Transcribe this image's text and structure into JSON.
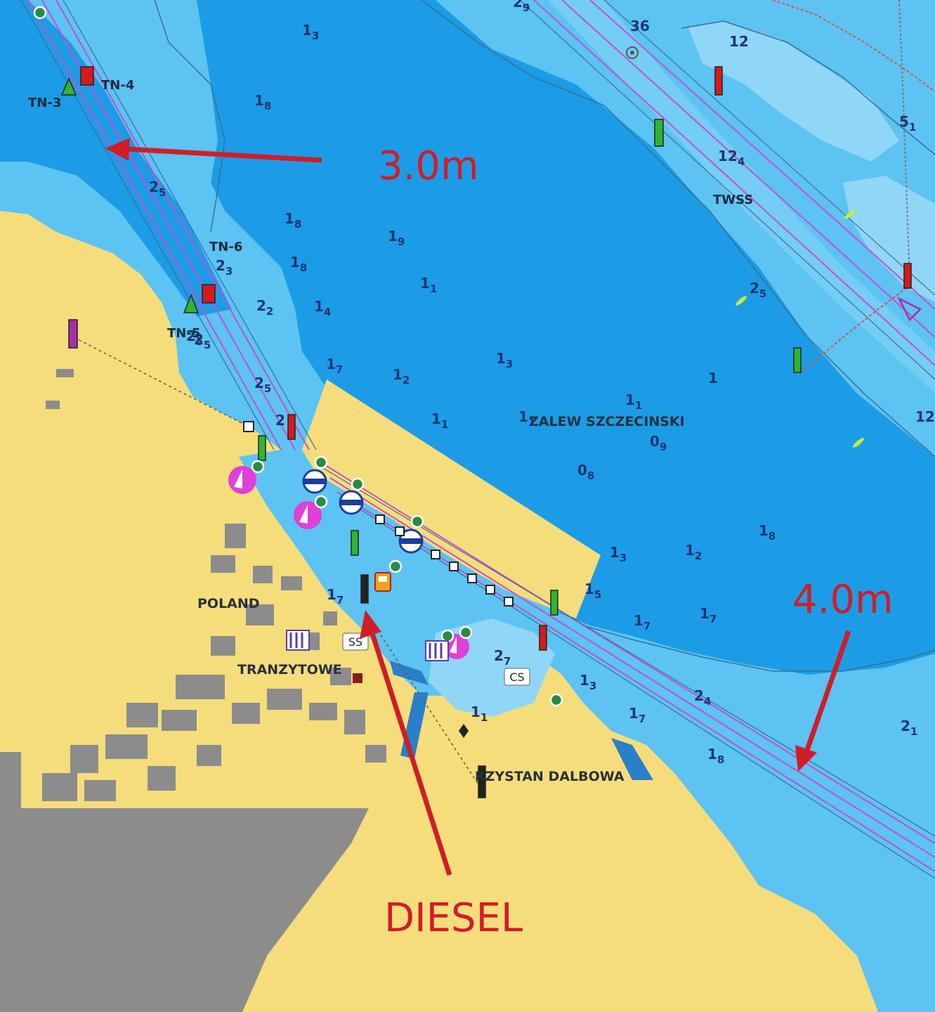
{
  "colors": {
    "deep_water": "#1c9ce6",
    "medium_water": "#5cc3f2",
    "shallow_water": "#8fd6f7",
    "land": "#f5dd7c",
    "buildings": "#8c8c8c",
    "channel_line": "#c54fd0",
    "annotation_red": "#d01d27",
    "buoy_red": "#d81a1a",
    "buoy_green": "#2fb52f"
  },
  "annotations": [
    {
      "id": "depth-channel-north",
      "text": "3.0m"
    },
    {
      "id": "depth-channel-east",
      "text": "4.0m"
    },
    {
      "id": "fuel",
      "text": "DIESEL"
    }
  ],
  "place_names": {
    "lagoon": "ZALEW SZCZECINSKI",
    "country": "POLAND",
    "marina": "TRANZYTOWE",
    "harbor": "RZYSTAN DALBOWA",
    "mark_tn4": "TN-4",
    "mark_tn3": "TN-3",
    "mark_tn6": "TN-6",
    "mark_tn5": "TN-5",
    "mark_twss": "TWSS",
    "code_ss": "SS",
    "code_cs": "CS"
  },
  "soundings": [
    {
      "id": "s1",
      "main": "1",
      "sub": "3"
    },
    {
      "id": "s2",
      "main": "1",
      "sub": "8"
    },
    {
      "id": "s3",
      "main": "2",
      "sub": "5"
    },
    {
      "id": "s4",
      "main": "1",
      "sub": "8"
    },
    {
      "id": "s5",
      "main": "1",
      "sub": "9"
    },
    {
      "id": "s6",
      "main": "2",
      "sub": "3"
    },
    {
      "id": "s7",
      "main": "1",
      "sub": "8"
    },
    {
      "id": "s8",
      "main": "1",
      "sub": "1"
    },
    {
      "id": "s9",
      "main": "2",
      "sub": "2"
    },
    {
      "id": "s10",
      "main": "1",
      "sub": "4"
    },
    {
      "id": "s11",
      "main": "2",
      "sub": "5"
    },
    {
      "id": "s12",
      "main": "2",
      "sub": "5"
    },
    {
      "id": "s13",
      "main": "1",
      "sub": "7"
    },
    {
      "id": "s14",
      "main": "1",
      "sub": "2"
    },
    {
      "id": "s15",
      "main": "1",
      "sub": "3"
    },
    {
      "id": "s16",
      "main": "1",
      "sub": "1"
    },
    {
      "id": "s17",
      "main": "1",
      "sub": "1"
    },
    {
      "id": "s18",
      "main": "1",
      "sub": "1"
    },
    {
      "id": "s19",
      "main": "0",
      "sub": "9"
    },
    {
      "id": "s20",
      "main": "0",
      "sub": "8"
    },
    {
      "id": "s21",
      "main": "1",
      "sub": ""
    },
    {
      "id": "s22",
      "main": "1",
      "sub": "8"
    },
    {
      "id": "s23",
      "main": "1",
      "sub": "2"
    },
    {
      "id": "s24",
      "main": "1",
      "sub": "3"
    },
    {
      "id": "s25",
      "main": "1",
      "sub": "5"
    },
    {
      "id": "s26",
      "main": "1",
      "sub": "7"
    },
    {
      "id": "s27",
      "main": "1",
      "sub": "7"
    },
    {
      "id": "s28",
      "main": "2",
      "sub": "7"
    },
    {
      "id": "s29",
      "main": "1",
      "sub": "3"
    },
    {
      "id": "s30",
      "main": "2",
      "sub": "4"
    },
    {
      "id": "s31",
      "main": "1",
      "sub": "7"
    },
    {
      "id": "s32",
      "main": "1",
      "sub": "8"
    },
    {
      "id": "s33",
      "main": "2",
      "sub": "1"
    },
    {
      "id": "s34",
      "main": "12",
      "sub": ""
    },
    {
      "id": "s35",
      "main": "12",
      "sub": "4"
    },
    {
      "id": "s36",
      "main": "36",
      "sub": ""
    },
    {
      "id": "s37",
      "main": "2",
      "sub": "5"
    },
    {
      "id": "s38",
      "main": "5",
      "sub": "1"
    },
    {
      "id": "s39",
      "main": "12",
      "sub": ""
    },
    {
      "id": "s40",
      "main": "1",
      "sub": "1"
    },
    {
      "id": "s41",
      "main": "2",
      "sub": "9"
    },
    {
      "id": "s42",
      "main": "2",
      "sub": ""
    },
    {
      "id": "s43",
      "main": "2",
      "sub": "5"
    },
    {
      "id": "s44",
      "main": "1",
      "sub": "7"
    }
  ]
}
